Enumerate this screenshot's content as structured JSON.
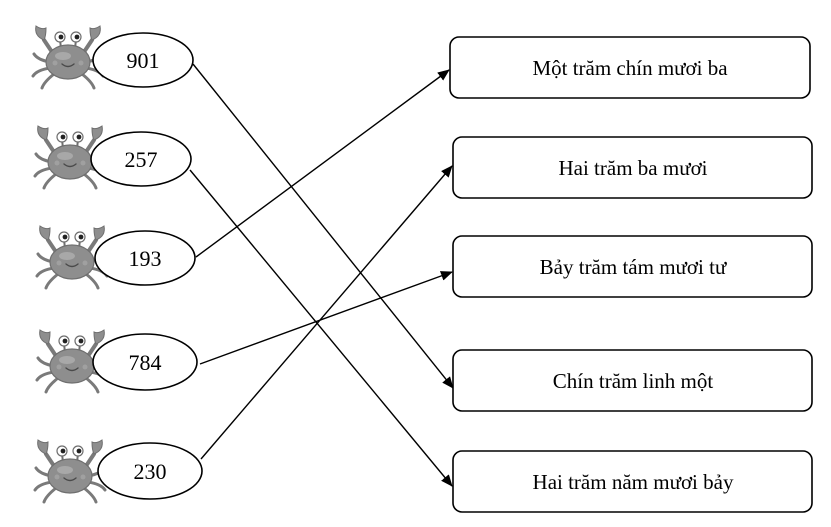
{
  "numbers": [
    {
      "label": "901"
    },
    {
      "label": "257"
    },
    {
      "label": "193"
    },
    {
      "label": "784"
    },
    {
      "label": "230"
    }
  ],
  "phrases": [
    {
      "label": "Một trăm chín mươi ba"
    },
    {
      "label": "Hai trăm ba mươi"
    },
    {
      "label": "Bảy trăm tám mươi tư"
    },
    {
      "label": "Chín trăm linh một"
    },
    {
      "label": "Hai trăm năm mươi bảy"
    }
  ],
  "matches": [
    {
      "from": 0,
      "to": 3
    },
    {
      "from": 1,
      "to": 4
    },
    {
      "from": 2,
      "to": 0
    },
    {
      "from": 3,
      "to": 2
    },
    {
      "from": 4,
      "to": 1
    }
  ],
  "colors": {
    "crab": "#8e8e8e",
    "crab_dark": "#6f6f6f",
    "line": "#000000"
  },
  "icons": {
    "crab": "crab-icon"
  }
}
